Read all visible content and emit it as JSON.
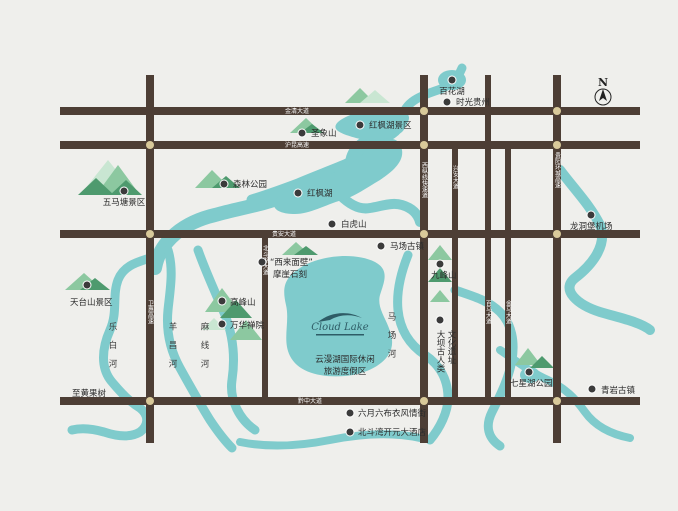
{
  "colors": {
    "background": "#efefec",
    "water": "#7fcbcc",
    "road": "#4d3e35",
    "junction": "#d8c99a",
    "mountain_dark": "#4e9a6e",
    "mountain_light": "#c9e6d2",
    "pin": "#3b3b3b"
  },
  "icons": {
    "pin": "circle-pin-icon",
    "poi": "building-icon",
    "compass": "compass-north-icon"
  },
  "compass": {
    "label": "N"
  },
  "roads": {
    "jinqing": "金清大道",
    "huchun": "沪昆高速",
    "guian": "贵安大道",
    "qianzhong": "黔中大道",
    "beidouhu": "北斗湖大道",
    "weihui": "卫惠高速",
    "xizong": "西纵线快速道",
    "xingan": "兴安大道",
    "baima": "百马大道",
    "jinma": "金马大道",
    "guiyang_huancheng": "贵阳环城高速"
  },
  "places": {
    "baihuahu": "百花湖",
    "shiguang": "时光贵州",
    "hongfenghu_scenic": "红枫湖景区",
    "xiangshan": "圣象山",
    "senlin_park": "森林公园",
    "hongfenghu": "红枫湖",
    "wumadang": "五马塘景区",
    "baihushan": "白虎山",
    "longdongbao": "龙洞堡机场",
    "machang": "马场古镇",
    "jiuyishan": "九峰山",
    "xilai": "“西来面壁”",
    "moya": "摩崖石刻",
    "tiantai": "天台山景区",
    "gaofeng": "高峰山",
    "wanhua": "万华禅院",
    "dadong_1": "大坝古人类",
    "dadong_2": "文化遗址",
    "qixinghu": "七星湖公园",
    "qingyan": "青岩古镇",
    "zhihuangguo": "至黄果树",
    "liuyue": "六月六布衣风情街",
    "beidouwan": "北斗湾开元大酒店",
    "project_1": "云漫湖国际休闲",
    "project_2": "旅游度假区",
    "logo_text": "Cloud Lake"
  },
  "rivers": {
    "lebai": "乐白河",
    "yangchang": "羊昌河",
    "maxian": "麻线河",
    "machang": "马场河"
  }
}
